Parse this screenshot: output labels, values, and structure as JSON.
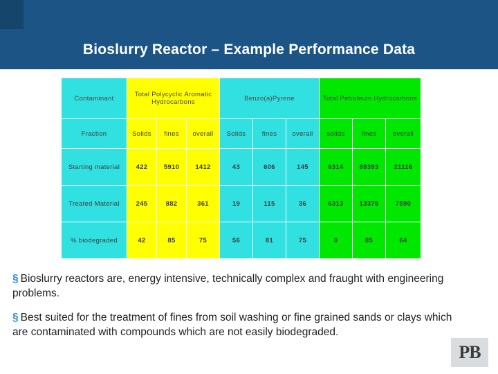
{
  "slide": {
    "title": "Bioslurry Reactor – Example Performance Data"
  },
  "table": {
    "group_headers": [
      "Contaminant",
      "Total Polycyclic Aromatic Hydrocarbons",
      "Benzo(a)Pyrene",
      "Total Petroleum Hydrocarbons"
    ],
    "sub_headers": [
      "Fraction",
      "Solids",
      "fines",
      "overall",
      "Solids",
      "fines",
      "overall",
      "solids",
      "fines",
      "overall"
    ],
    "rows": [
      {
        "label": "Starting material",
        "values": [
          "422",
          "5910",
          "1412",
          "43",
          "606",
          "145",
          "6314",
          "88393",
          "21116"
        ]
      },
      {
        "label": "Treated Material",
        "values": [
          "245",
          "882",
          "361",
          "19",
          "115",
          "36",
          "6313",
          "13375",
          "7590"
        ]
      },
      {
        "label": "% biodegraded",
        "values": [
          "42",
          "85",
          "75",
          "56",
          "81",
          "75",
          "0",
          "85",
          "64"
        ]
      }
    ]
  },
  "bullets": [
    {
      "mark": "§",
      "text": "Bioslurry reactors are, energy intensive, technically complex and fraught with engineering problems."
    },
    {
      "mark": "§",
      "text": "Best suited for the treatment of fines from soil washing or fine grained sands or clays which are contaminated with compounds which are not easily biodegraded."
    }
  ],
  "logo": {
    "text": "PB"
  },
  "colors": {
    "header_band": "#1b5485",
    "cyan": "#31e0e0",
    "yellow": "#ffff00",
    "green": "#00e800",
    "bullet_mark": "#2f8ccf"
  }
}
